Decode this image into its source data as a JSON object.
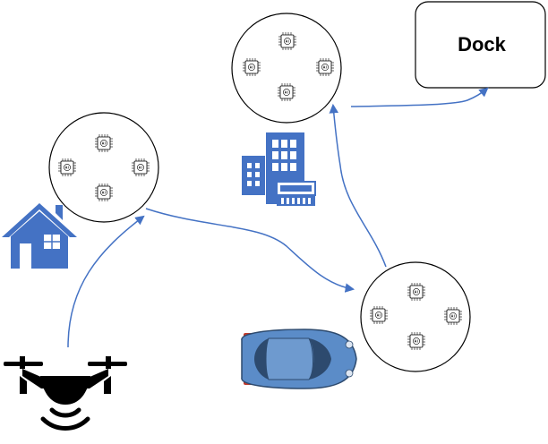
{
  "dock": {
    "label": "Dock"
  },
  "icons": {
    "house": "house-icon",
    "office": "office-building-icon",
    "car": "car-icon",
    "drone": "drone-icon",
    "chip": "ai-chip-icon"
  },
  "colors": {
    "arrow": "#4472C4",
    "icon_blue": "#4472C4",
    "car_body": "#5B8CC8",
    "car_dark": "#2D4A6E",
    "outline": "#000000",
    "background": "#FFFFFF"
  },
  "clusters": [
    {
      "id": "cluster-home",
      "chips": 4
    },
    {
      "id": "cluster-office",
      "chips": 4
    },
    {
      "id": "cluster-car",
      "chips": 4
    }
  ]
}
